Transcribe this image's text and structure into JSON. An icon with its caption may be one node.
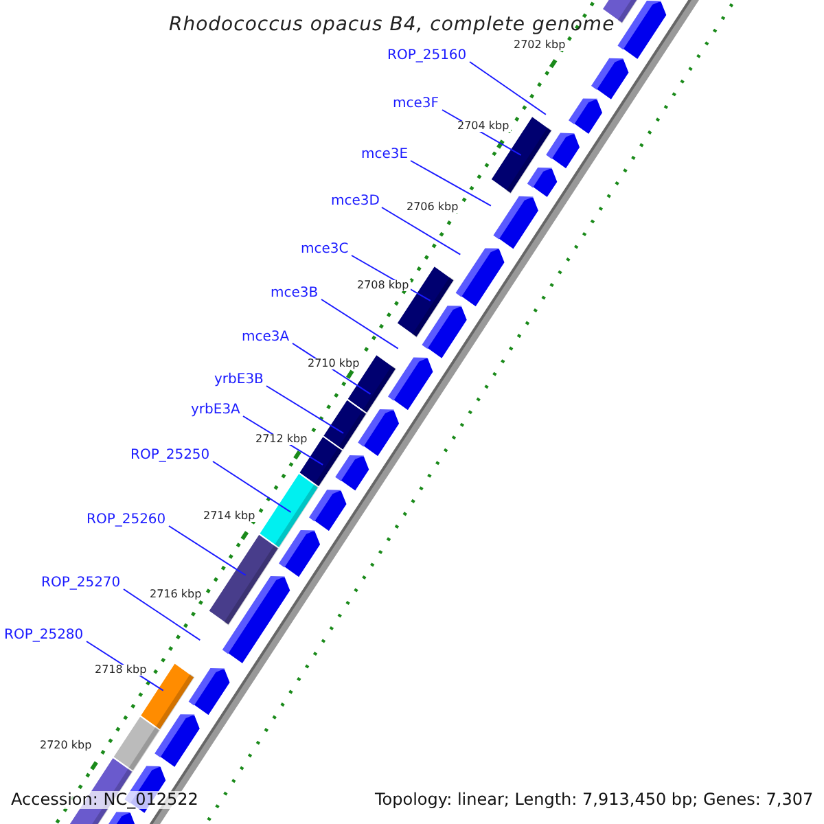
{
  "diagram": {
    "title": "Rhodococcus opacus B4, complete genome",
    "nodes": [
      {
        "text": [
          "ROP_25160"
        ]
      },
      {
        "text": [
          "mce3F"
        ]
      },
      {
        "text": [
          "mce3E"
        ]
      },
      {
        "text": [
          "mce3D"
        ]
      },
      {
        "text": [
          "mce3C"
        ]
      },
      {
        "text": [
          "mce3B"
        ]
      },
      {
        "text": [
          "mce3A"
        ]
      },
      {
        "text": [
          "yrbE3B"
        ]
      },
      {
        "text": [
          "yrbE3A"
        ]
      },
      {
        "text": [
          "ROP_25250"
        ]
      },
      {
        "text": [
          "ROP_25260"
        ]
      },
      {
        "text": [
          "ROP_25270"
        ]
      },
      {
        "text": [
          "ROP_25280"
        ]
      }
    ],
    "edges": [
      {
        "from": 0,
        "to": null,
        "arrow": "none"
      },
      {
        "from": 1,
        "to": null,
        "arrow": "none"
      },
      {
        "from": 2,
        "to": null,
        "arrow": "none"
      },
      {
        "from": 3,
        "to": null,
        "arrow": "none"
      },
      {
        "from": 4,
        "to": null,
        "arrow": "none"
      },
      {
        "from": 5,
        "to": null,
        "arrow": "none"
      },
      {
        "from": 6,
        "to": null,
        "arrow": "none"
      },
      {
        "from": 7,
        "to": null,
        "arrow": "none"
      },
      {
        "from": 8,
        "to": null,
        "arrow": "none"
      },
      {
        "from": 9,
        "to": null,
        "arrow": "none"
      },
      {
        "from": 10,
        "to": null,
        "arrow": "none"
      },
      {
        "from": 11,
        "to": null,
        "arrow": "none"
      },
      {
        "from": 12,
        "to": null,
        "arrow": "none"
      }
    ],
    "labels": [
      "2702 kbp",
      "2704 kbp",
      "2706 kbp",
      "2708 kbp",
      "2710 kbp",
      "2712 kbp",
      "2714 kbp",
      "2716 kbp",
      "2718 kbp",
      "2720 kbp",
      "Accession: NC_012522",
      "Topology: linear; Length: 7,913,450 bp; Genes: 7,307"
    ]
  }
}
